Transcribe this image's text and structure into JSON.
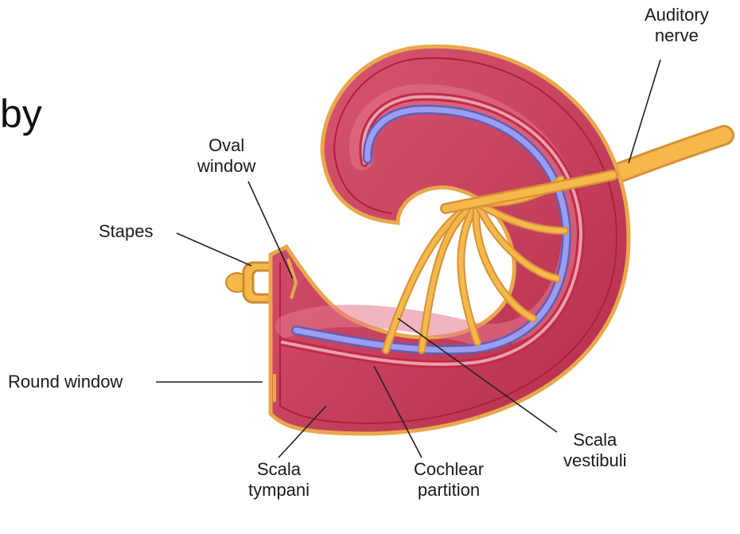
{
  "cropped_heading": "by",
  "labels": {
    "auditory_nerve": [
      "Auditory",
      "nerve"
    ],
    "oval_window": [
      "Oval",
      "window"
    ],
    "stapes": "Stapes",
    "round_window": "Round window",
    "scala_tympani": [
      "Scala",
      "tympani"
    ],
    "cochlear_partition": [
      "Cochlear",
      "partition"
    ],
    "scala_vestibuli": [
      "Scala",
      "vestibuli"
    ]
  },
  "colors": {
    "cochlea_fill": "#c63c5a",
    "cochlea_light": "#e3788c",
    "outline": "#e9a84c",
    "edge": "#b01e3a",
    "nerve": "#f6b84a",
    "basilar_blue": "#8c8ce0"
  }
}
